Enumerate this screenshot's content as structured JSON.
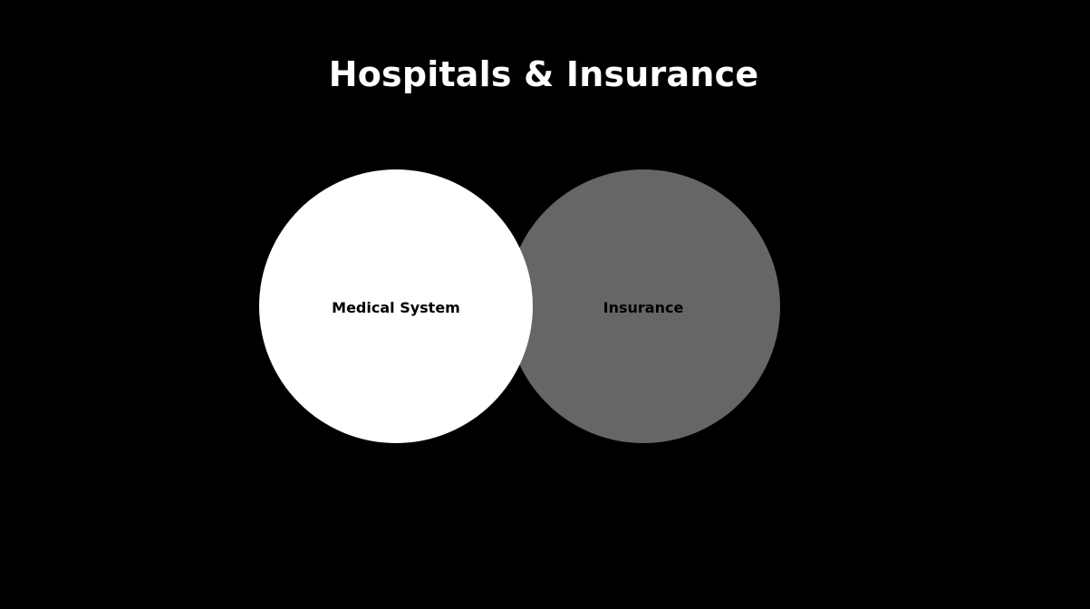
{
  "slide": {
    "title": "Hospitals & Insurance"
  },
  "diagram": {
    "type": "venn",
    "sets": [
      {
        "label": "Medical System",
        "color": "#ffffff"
      },
      {
        "label": "Insurance",
        "color": "#666666"
      }
    ],
    "background": "#000000"
  }
}
